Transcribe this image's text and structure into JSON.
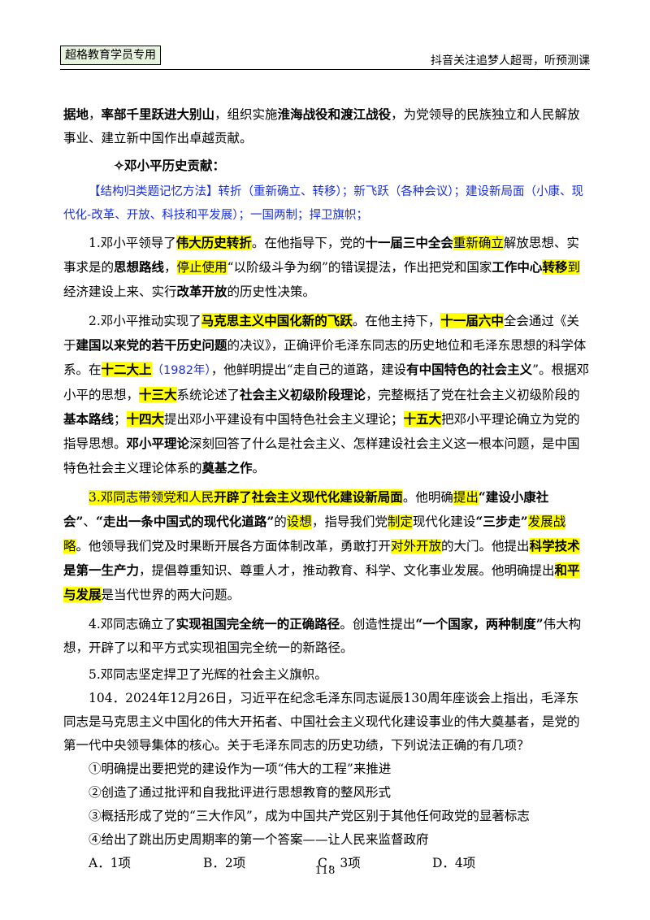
{
  "header": {
    "badge": "超格教育学员专用",
    "right_text": "抖音关注追梦人超哥，听预测课"
  },
  "intro": {
    "t1": "据地",
    "t2": "，",
    "t3": "率部千里跃进大别山",
    "t4": "，组织实施",
    "t5": "淮海战役和渡江战役",
    "t6": "，为党领导的民族独立和人民解放事业、建立新中国作出卓越贡献。"
  },
  "section": {
    "heading": "✧邓小平历史贡献：",
    "method": "【结构归类题记忆方法】转折（重新确立、转移）；新飞跃（各种会议）；建设新局面（小康、现代化-改革、开放、科技和平发展）；一国两制；捍卫旗帜；"
  },
  "p1": {
    "t1": "1.邓小平领导了",
    "t2": "伟大历史转折",
    "t3": "。在他指导下，党的",
    "t4": "十一届三中全会",
    "t5": "重新确立",
    "t6": "解放思想、实事求是的",
    "t7": "思想路线",
    "t8": "，",
    "t9": "停止使用",
    "t10": "“以阶级斗争为纲”的错误提法，作出把党和国家",
    "t11": "工作中心",
    "t12": "转移",
    "t13": "到",
    "t14": "经济建设上来、实行",
    "t15": "改革开放",
    "t16": "的历史性决策。"
  },
  "p2": {
    "t1": "2.邓小平推动实现了",
    "t2": "马克思主义中国化新的飞跃",
    "t3": "。在他主持下，",
    "t4": "十一届六中",
    "t5": "全会通过《关于",
    "t6": "建国以来党的若干历史问题",
    "t7": "的决议》，正确评价毛泽东同志的历史地位和毛泽东思想的科学体系。在",
    "t8": "十二大上",
    "t9": "（1982年）",
    "t10": "，他鲜明提出“走自己的道路，建设",
    "t11": "有中国特色的社会主义",
    "t12": "”。根据邓小平的思想，",
    "t13": "十三大",
    "t14": "系统论述了",
    "t15": "社会主义初级阶段理论",
    "t16": "，完整概括了党在社会主义初级阶段的",
    "t17": "基本路线",
    "t18": "；",
    "t19": "十四大",
    "t20": "提出邓小平建设有中国特色社会主义理论；",
    "t21": "十五大",
    "t22": "把邓小平理论确立为党的指导思想。",
    "t23": "邓小平理论",
    "t24": "深刻回答了什么是社会主义、怎样建设社会主义这一根本问题，是中国特色社会主义理论体系的",
    "t25": "奠基之作",
    "t26": "。"
  },
  "p3": {
    "t1": "3.邓同志带领党和人民",
    "t2": "开辟了社会主义现代化建设新局面",
    "t3": "。他明确",
    "t4": "提出",
    "t5": "“建设小康社会”",
    "t6": "、",
    "t7": "“走出一条中国式的现代化道路”",
    "t8": "的",
    "t9": "设想",
    "t10": "，指导我们党",
    "t11": "制定",
    "t12": "现代化建设",
    "t13": "“三步走”",
    "t14": "发展战略",
    "t15": "。他领导我们党及时果断开展各方面体制改革，勇敢打开",
    "t16": "对外开放",
    "t17": "的大门。他提出",
    "t18": "科学技术",
    "t19": "是第一生产力",
    "t20": "，提倡尊重知识、尊重人才，推动教育、科学、文化事业发展。他明确提出",
    "t21": "和平与发展",
    "t22": "是当代世界的两大问题。"
  },
  "p4": {
    "t1": "4.邓同志确立了",
    "t2": "实现祖国完全统一的正确路径",
    "t3": "。创造性提出",
    "t4": "“一个国家，两种制度”",
    "t5": "伟大构想，开辟了以和平方式实现祖国完全统一的新路径。"
  },
  "p5": "5.邓同志坚定捍卫了光辉的社会主义旗帜。",
  "question": {
    "stem": "104．2024年12月26日，习近平在纪念毛泽东同志诞辰130周年座谈会上指出，毛泽东同志是马克思主义中国化的伟大开拓者、中国社会主义现代化建设事业的伟大奠基者，是党的第一代中央领导集体的核心。关于毛泽东同志的历史功绩，下列说法正确的有几项？",
    "items": [
      "①明确提出要把党的建设作为一项“伟大的工程”来推进",
      "②创造了通过批评和自我批评进行思想教育的整风形式",
      "③概括形成了党的“三大作风”，成为中国共产党区别于其他任何政党的显著标志",
      "④给出了跳出历史周期率的第一个答案——让人民来监督政府"
    ],
    "options": [
      "A．1项",
      "B．2项",
      "C．3项",
      "D．4项"
    ]
  },
  "page_number": "118"
}
